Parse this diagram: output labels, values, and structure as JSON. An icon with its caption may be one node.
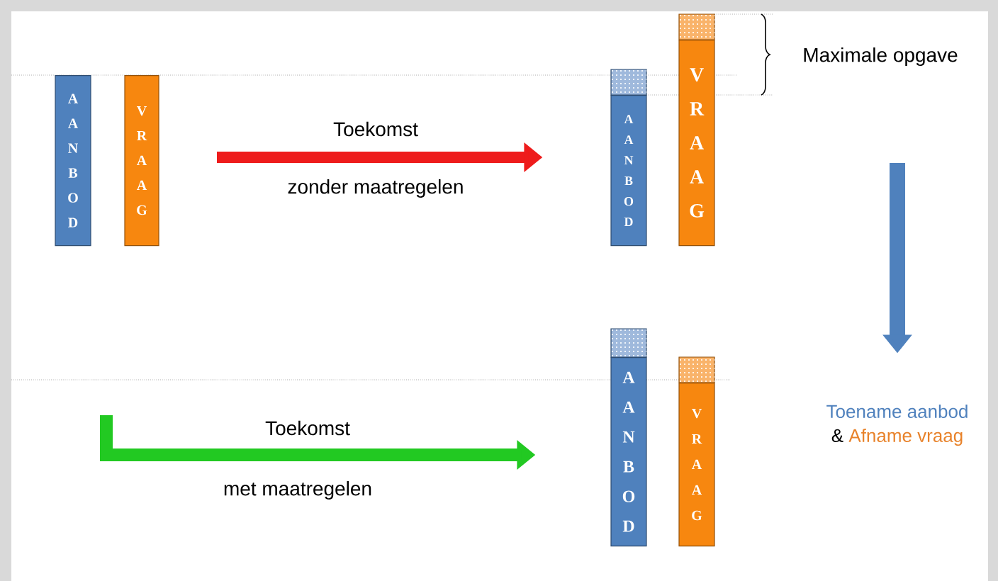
{
  "diagram": {
    "nodes": [
      {
        "text": [
          "AANBOD"
        ]
      },
      {
        "text": [
          "VRAAG"
        ]
      },
      {
        "text": [
          "AANBOD"
        ]
      },
      {
        "text": [
          "VRAAG"
        ]
      },
      {
        "text": [
          "AANBOD"
        ]
      },
      {
        "text": [
          "VRAAG"
        ]
      },
      {
        "text": [
          "Toename aanbod",
          "&",
          "Afname vraag"
        ]
      }
    ],
    "edges": [
      {
        "from": null,
        "to": 2,
        "arrow": "to",
        "label": "Toekomst",
        "color": "#ee1c1c"
      },
      {
        "from": null,
        "to": 4,
        "arrow": "to",
        "label": "Toekomst",
        "color": "#22c922"
      },
      {
        "from": null,
        "to": 6,
        "arrow": "to",
        "color": "#4f81bd"
      }
    ],
    "labels": [
      "Maximale opgave",
      "zonder maatregelen",
      "met maatregelen"
    ]
  }
}
